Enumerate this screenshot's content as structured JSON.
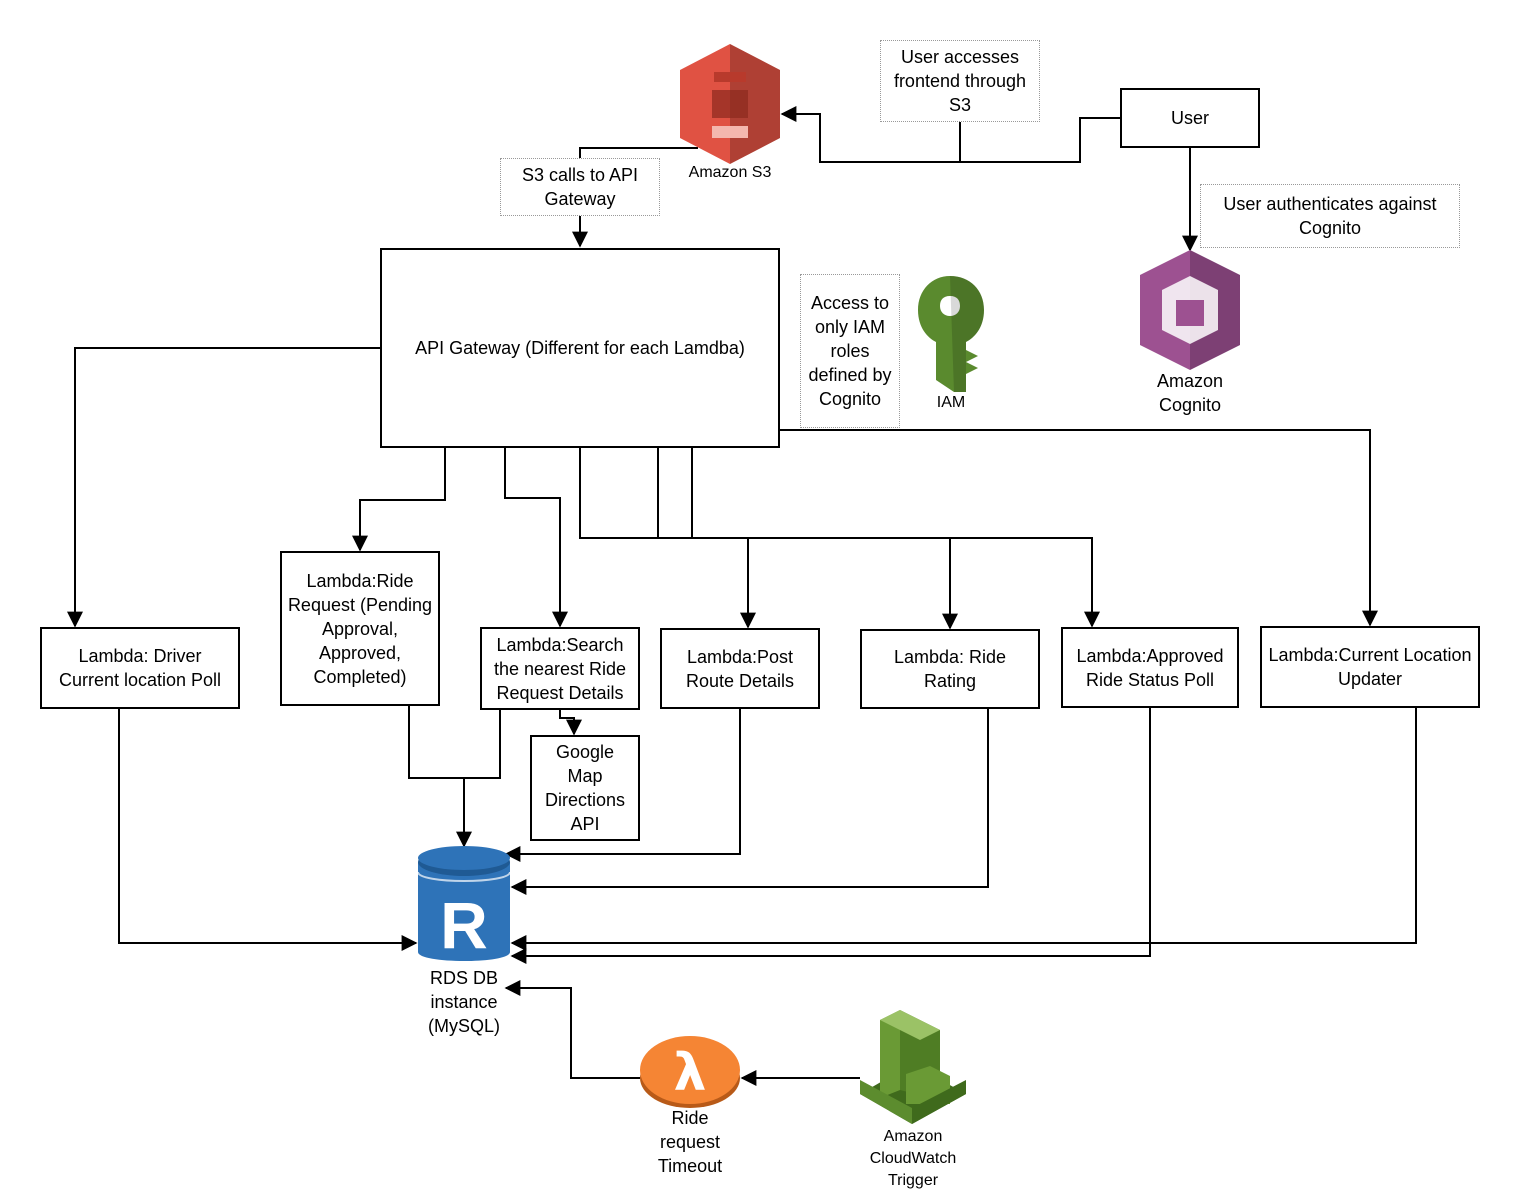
{
  "nodes": {
    "user": "User",
    "api_gateway": "API Gateway (Different for each Lamdba)",
    "lambda_driver_poll": "Lambda: Driver Current location Poll",
    "lambda_ride_request": "Lambda:Ride Request (Pending Approval, Approved, Completed)",
    "lambda_search": "Lambda:Search the nearest Ride Request Details",
    "google_map": "Google Map Directions API",
    "lambda_post_route": "Lambda:Post Route Details",
    "lambda_ride_rating": "Lambda: Ride Rating",
    "lambda_approved_poll": "Lambda:Approved Ride Status Poll",
    "lambda_location_updater": "Lambda:Current Location Updater"
  },
  "notes": {
    "user_s3": "User accesses frontend through S3",
    "s3_api": "S3 calls to API Gateway",
    "cognito_auth": "User authenticates against Cognito",
    "iam_access": "Access to only IAM roles defined by Cognito"
  },
  "services": {
    "s3": "Amazon S3",
    "iam": "IAM",
    "cognito": "Amazon\nCognito",
    "rds": "RDS DB\ninstance\n(MySQL)",
    "rds_letter": "R",
    "lambda_timeout": "Ride\nrequest\nTimeout",
    "lambda_glyph": "λ",
    "cloudwatch": "Amazon\nCloudWatch\nTrigger"
  },
  "colors": {
    "s3": "#e05243",
    "iam": "#5a8a2e",
    "cognito": "#9d5191",
    "rds": "#2e73b8",
    "lambda": "#f58534",
    "cloudwatch": "#6a9a35"
  }
}
